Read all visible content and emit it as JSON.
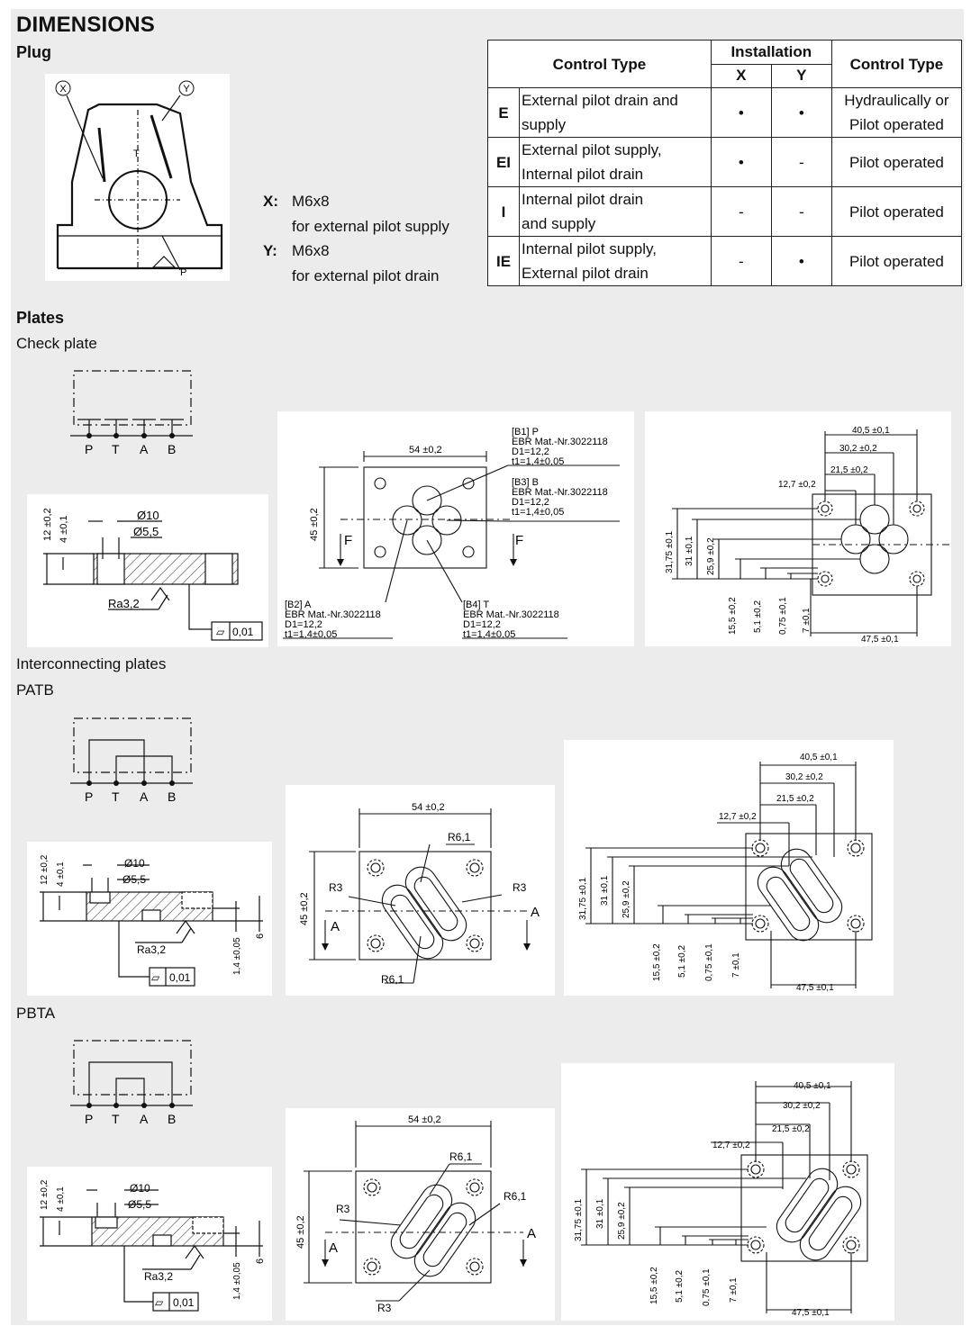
{
  "title": "DIMENSIONS",
  "plug": {
    "heading": "Plug",
    "x_label": "X:",
    "x_value": "M6x8",
    "x_desc": "for external pilot supply",
    "y_label": "Y:",
    "y_value": "M6x8",
    "y_desc": "for external pilot drain",
    "drawing_labels": {
      "x": "X",
      "y": "Y",
      "t": "T",
      "p": "P"
    }
  },
  "table": {
    "col_control_type": "Control Type",
    "col_installation": "Installation",
    "col_x": "X",
    "col_y": "Y",
    "col_control_type2": "Control Type",
    "rows": [
      {
        "code": "E",
        "desc1": "External pilot drain and",
        "desc2": "supply",
        "x": "•",
        "y": "•",
        "type1": "Hydraulically or",
        "type2": "Pilot operated"
      },
      {
        "code": "EI",
        "desc1": "External pilot supply,",
        "desc2": "Internal pilot drain",
        "x": "•",
        "y": "-",
        "type1": "Pilot operated",
        "type2": ""
      },
      {
        "code": "I",
        "desc1": "Internal pilot drain",
        "desc2": "and supply",
        "x": "-",
        "y": "-",
        "type1": "Pilot operated",
        "type2": ""
      },
      {
        "code": "IE",
        "desc1": "Internal pilot supply,",
        "desc2": "External pilot drain",
        "x": "-",
        "y": "•",
        "type1": "Pilot operated",
        "type2": ""
      }
    ]
  },
  "plates": {
    "heading": "Plates",
    "check_plate": "Check plate",
    "interconnecting": "Interconnecting plates",
    "patb": "PATB",
    "pbta": "PBTA",
    "ports": {
      "p": "P",
      "t": "T",
      "a": "A",
      "b": "B"
    }
  },
  "dims": {
    "d12": "12 ±0,2",
    "d4": "4 ±0,1",
    "phi10": "Ø10",
    "phi55": "Ø5,5",
    "ra": "Ra3,2",
    "flat": "0,01",
    "d14": "1,4 ±0,05",
    "d6": "6",
    "w54": "54 ±0,2",
    "h45": "45 ±0,2",
    "f": "F",
    "a": "A",
    "r61": "R6,1",
    "r3": "R3",
    "b1_1": "[B1] P",
    "b1_2": "EBR Mat.-Nr.3022118",
    "b1_3": "D1=12,2",
    "b1_4": "t1=1,4±0,05",
    "b3_1": "[B3] B",
    "b3_2": "EBR Mat.-Nr.3022118",
    "b3_3": "D1=12,2",
    "b3_4": "t1=1,4±0,05",
    "b2_1": "[B2] A",
    "b2_2": "EBR Mat.-Nr.3022118",
    "b2_3": "D1=12,2",
    "b2_4": "t1=1,4±0,05",
    "b4_1": "[B4] T",
    "b4_2": "EBR Mat.-Nr.3022118",
    "b4_3": "D1=12,2",
    "b4_4": "t1=1,4±0,05",
    "d405": "40,5 ±0,1",
    "d302": "30,2 ±0,2",
    "d215": "21,5 ±0,2",
    "d127": "12,7 ±0,2",
    "d3175": "31,75 ±0,1",
    "d31": "31 ±0,1",
    "d259": "25,9 ±0,2",
    "d155": "15,5 ±0,2",
    "d51": "5,1 ±0,2",
    "d075": "0,75 ±0,1",
    "d7": "7 ±0,1",
    "d475": "47,5 ±0,1"
  }
}
